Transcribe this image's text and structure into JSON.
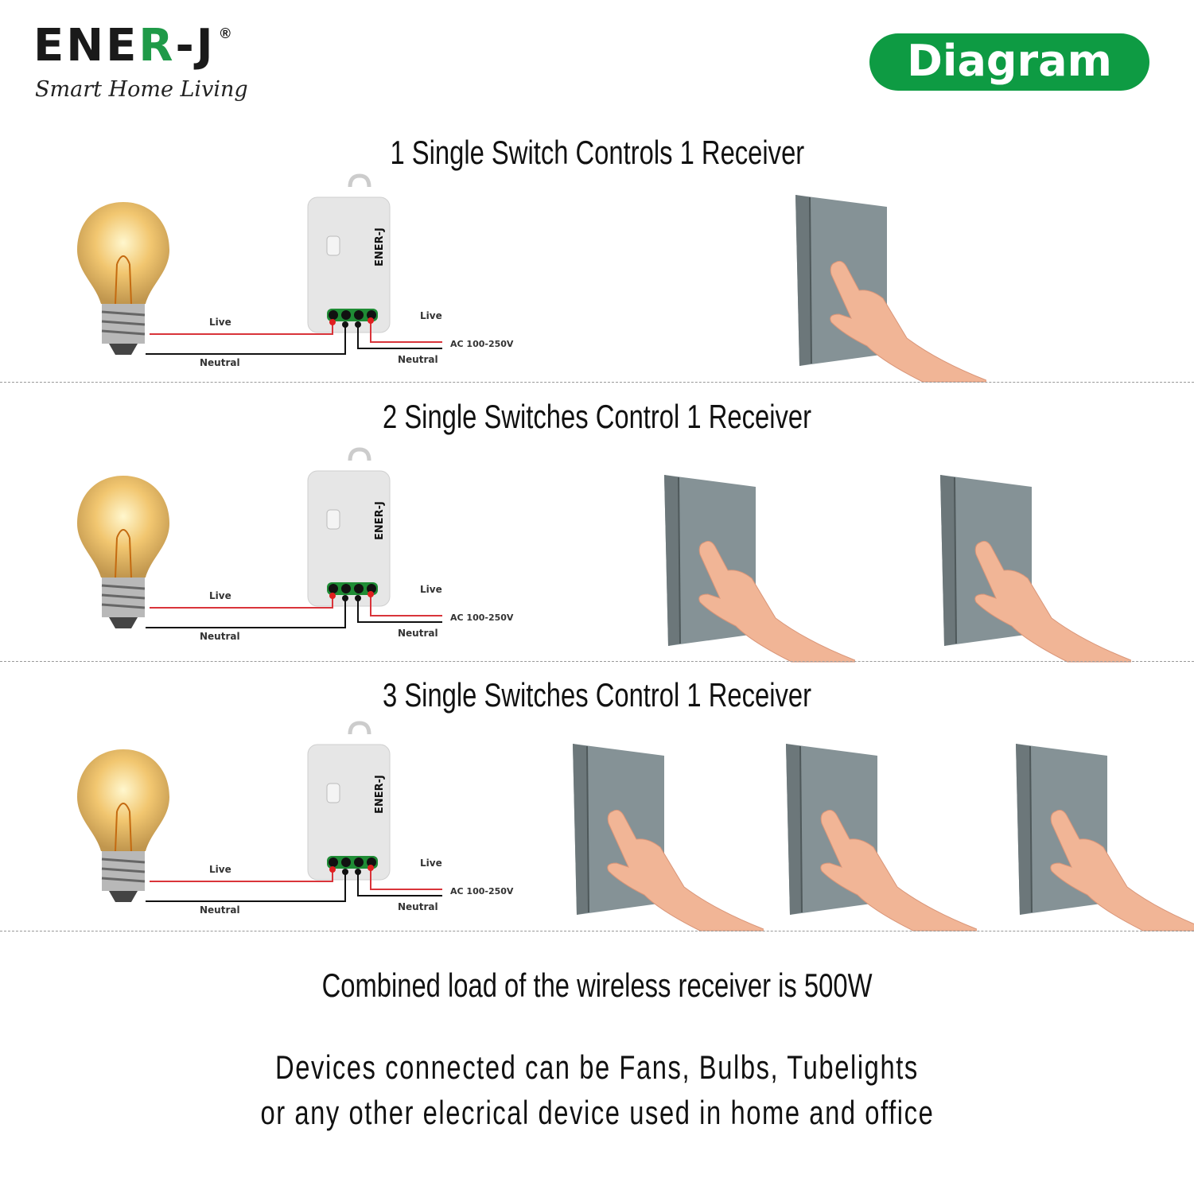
{
  "logo": {
    "brand": "ENER-J",
    "registered": "®",
    "tagline": "Smart Home Living",
    "brand_green": "#1f9a48"
  },
  "badge": {
    "label": "Diagram",
    "color": "#0e9b43"
  },
  "sections": [
    {
      "title": "1 Single Switch Controls 1 Receiver",
      "switch_count": 1
    },
    {
      "title": "2 Single Switches Control 1 Receiver",
      "switch_count": 2
    },
    {
      "title": "3 Single Switches Control 1 Receiver",
      "switch_count": 3
    }
  ],
  "wiring": {
    "load_live": "Live",
    "load_neutral": "Neutral",
    "supply_live": "Live",
    "supply_voltage": "AC 100-250V",
    "supply_neutral": "Neutral",
    "live_color": "#d9343a",
    "neutral_color": "#111111",
    "receiver_brand": "ENER-J"
  },
  "footer": {
    "load_note": "Combined load of the wireless receiver is 500W",
    "devices_line1": "Devices connected can be Fans, Bulbs, Tubelights",
    "devices_line2": "or any other elecrical device used in home and office"
  }
}
